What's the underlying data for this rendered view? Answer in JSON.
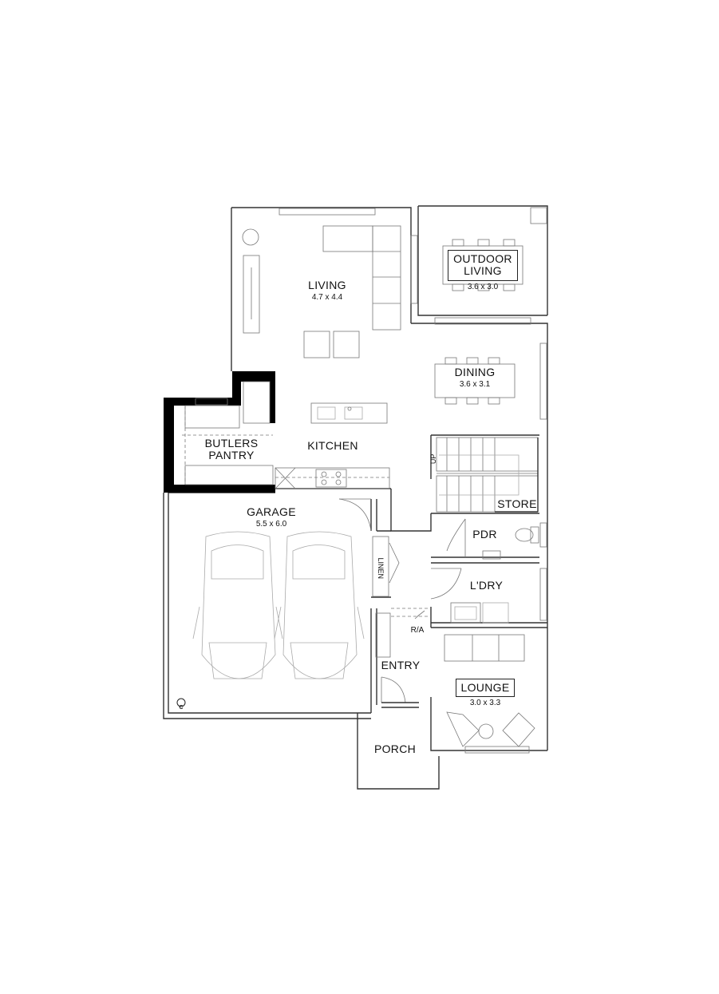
{
  "rooms": {
    "living": {
      "name": "LIVING",
      "dims": "4.7 x 4.4"
    },
    "outdoor_living": {
      "name_line1": "OUTDOOR",
      "name_line2": "LIVING",
      "dims": "3.6 x 3.0"
    },
    "dining": {
      "name": "DINING",
      "dims": "3.6 x 3.1"
    },
    "butlers_pantry": {
      "name_line1": "BUTLERS",
      "name_line2": "PANTRY"
    },
    "kitchen": {
      "name": "KITCHEN"
    },
    "garage": {
      "name": "GARAGE",
      "dims": "5.5 x 6.0"
    },
    "store": {
      "name": "STORE"
    },
    "pdr": {
      "name": "PDR"
    },
    "linen": {
      "name": "LINEN"
    },
    "laundry": {
      "name": "L'DRY"
    },
    "entry": {
      "name": "ENTRY"
    },
    "lounge": {
      "name": "LOUNGE",
      "dims": "3.0 x 3.3"
    },
    "porch": {
      "name": "PORCH"
    }
  },
  "annotations": {
    "stair_up": "UP",
    "return_air": "R/A",
    "meter_symbol": "C"
  }
}
